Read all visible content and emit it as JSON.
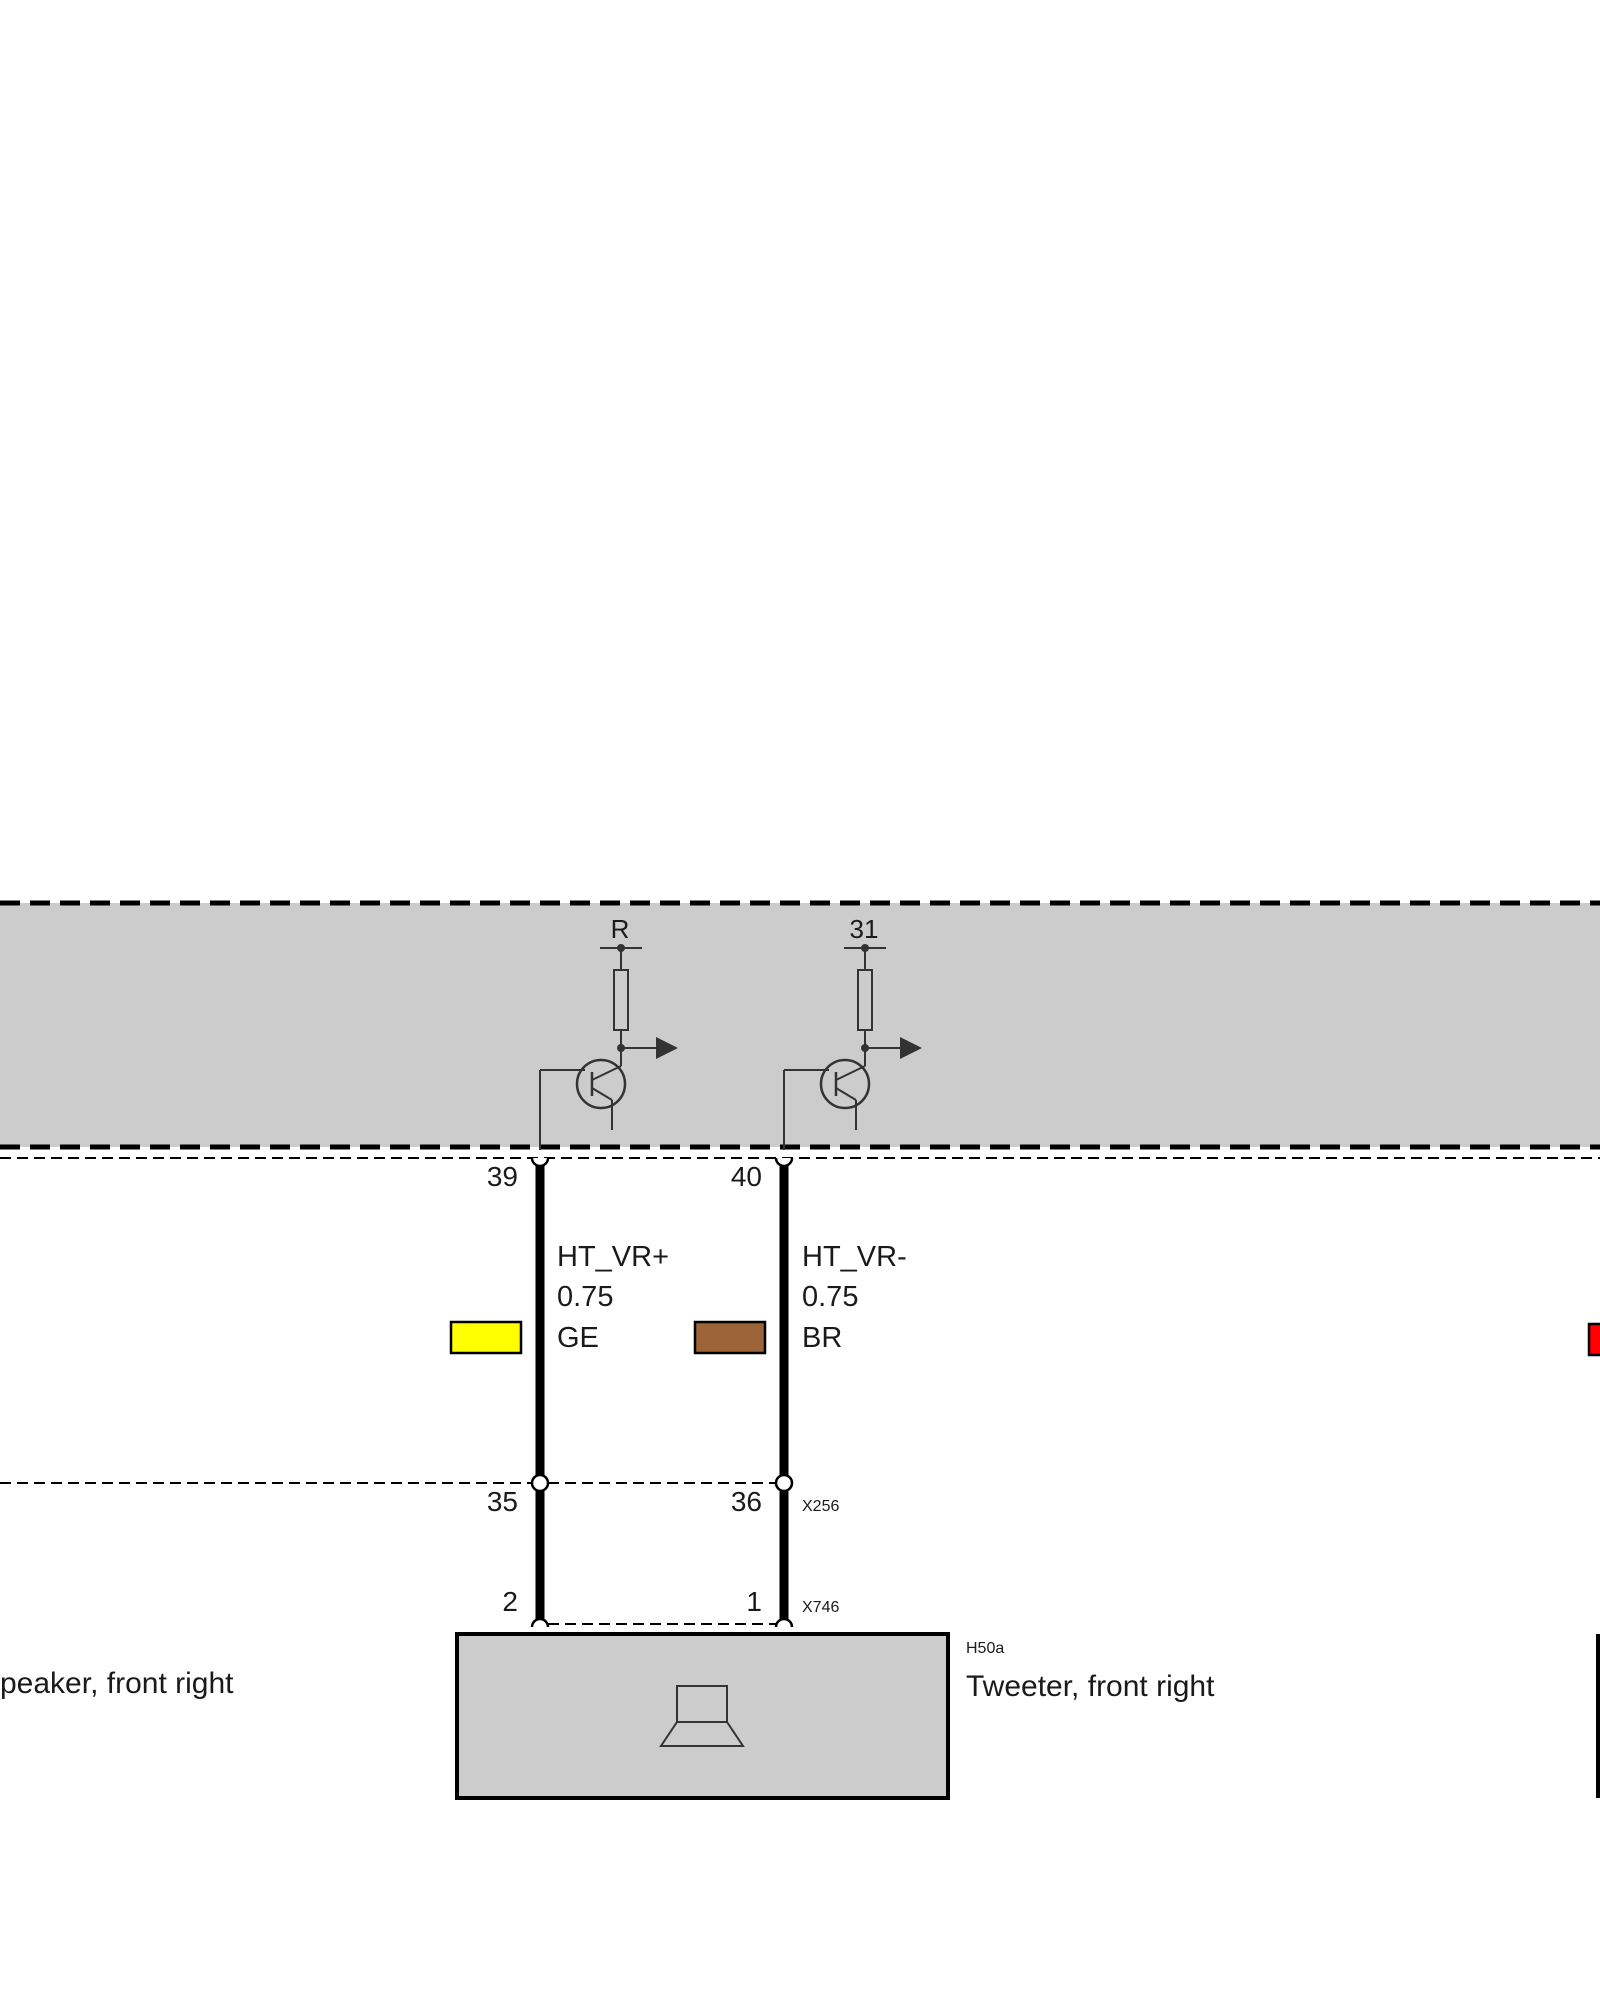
{
  "module": {
    "supply_labels": [
      "R",
      "31"
    ]
  },
  "wires": [
    {
      "pin_top": "39",
      "signal": "HT_VR+",
      "gauge": "0.75",
      "color_code": "GE",
      "color_hex": "#ffff00",
      "pin_mid": "35",
      "pin_bottom": "2"
    },
    {
      "pin_top": "40",
      "signal": "HT_VR-",
      "gauge": "0.75",
      "color_code": "BR",
      "color_hex": "#9a6436",
      "pin_mid": "36",
      "pin_bottom": "1"
    }
  ],
  "connectors": {
    "mid": "X256",
    "bottom": "X746"
  },
  "component": {
    "id": "H50a",
    "name": "Tweeter, front right"
  },
  "neighbor": {
    "name": "peaker, front right",
    "swatch_color": "#ff0000"
  },
  "colors": {
    "module_fill": "#cccccc",
    "wire": "#000000"
  }
}
